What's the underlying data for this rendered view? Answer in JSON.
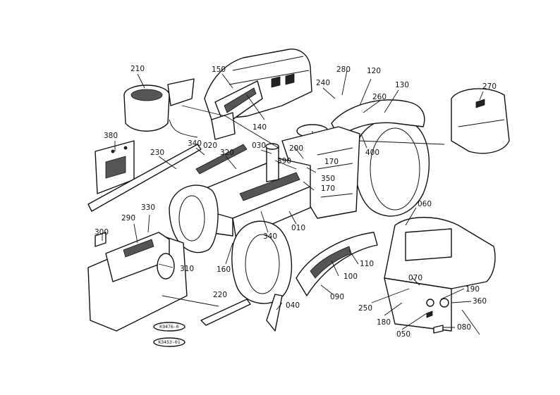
{
  "callouts": [
    {
      "id": "c010",
      "label": "010"
    },
    {
      "id": "c020",
      "label": "020"
    },
    {
      "id": "c030",
      "label": "030"
    },
    {
      "id": "c040",
      "label": "040"
    },
    {
      "id": "c050",
      "label": "050"
    },
    {
      "id": "c060",
      "label": "060"
    },
    {
      "id": "c070",
      "label": "070"
    },
    {
      "id": "c080",
      "label": "080"
    },
    {
      "id": "c090",
      "label": "090"
    },
    {
      "id": "c100",
      "label": "100"
    },
    {
      "id": "c110",
      "label": "110"
    },
    {
      "id": "c120",
      "label": "120"
    },
    {
      "id": "c130",
      "label": "130"
    },
    {
      "id": "c140",
      "label": "140"
    },
    {
      "id": "c150",
      "label": "150"
    },
    {
      "id": "c160",
      "label": "160"
    },
    {
      "id": "c170a",
      "label": "170"
    },
    {
      "id": "c170b",
      "label": "170"
    },
    {
      "id": "c180",
      "label": "180"
    },
    {
      "id": "c190",
      "label": "190"
    },
    {
      "id": "c200",
      "label": "200"
    },
    {
      "id": "c210",
      "label": "210"
    },
    {
      "id": "c220",
      "label": "220"
    },
    {
      "id": "c230",
      "label": "230"
    },
    {
      "id": "c240",
      "label": "240"
    },
    {
      "id": "c250",
      "label": "250"
    },
    {
      "id": "c260",
      "label": "260"
    },
    {
      "id": "c270",
      "label": "270"
    },
    {
      "id": "c280",
      "label": "280"
    },
    {
      "id": "c290",
      "label": "290"
    },
    {
      "id": "c300",
      "label": "300"
    },
    {
      "id": "c310",
      "label": "310"
    },
    {
      "id": "c320",
      "label": "320"
    },
    {
      "id": "c330",
      "label": "330"
    },
    {
      "id": "c340a",
      "label": "340"
    },
    {
      "id": "c340b",
      "label": "340"
    },
    {
      "id": "c350",
      "label": "350"
    },
    {
      "id": "c360",
      "label": "360"
    },
    {
      "id": "c380",
      "label": "380"
    },
    {
      "id": "c390",
      "label": "390"
    },
    {
      "id": "c400",
      "label": "400"
    }
  ],
  "part_codes": {
    "code_a": "K9476-0",
    "code_b": "K3453-01"
  }
}
